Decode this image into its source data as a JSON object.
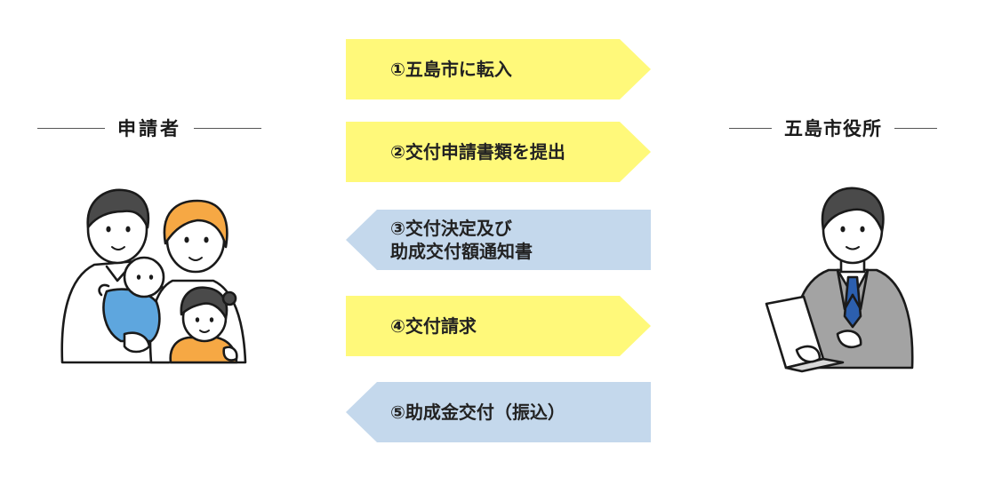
{
  "applicant": {
    "label": "申請者"
  },
  "office": {
    "label": "五島市役所"
  },
  "steps": [
    {
      "label": "①五島市に転入",
      "direction": "right",
      "color": "#fff97a"
    },
    {
      "label": "②交付申請書類を提出",
      "direction": "right",
      "color": "#fff97a"
    },
    {
      "label": "③交付決定及び\n助成交付額通知書",
      "direction": "left",
      "color": "#c4d8ec"
    },
    {
      "label": "④交付請求",
      "direction": "right",
      "color": "#fff97a"
    },
    {
      "label": "⑤助成金交付（振込）",
      "direction": "left",
      "color": "#c4d8ec"
    }
  ],
  "icons": {
    "applicant": "family-illustration-icon",
    "office": "office-worker-illustration-icon"
  }
}
